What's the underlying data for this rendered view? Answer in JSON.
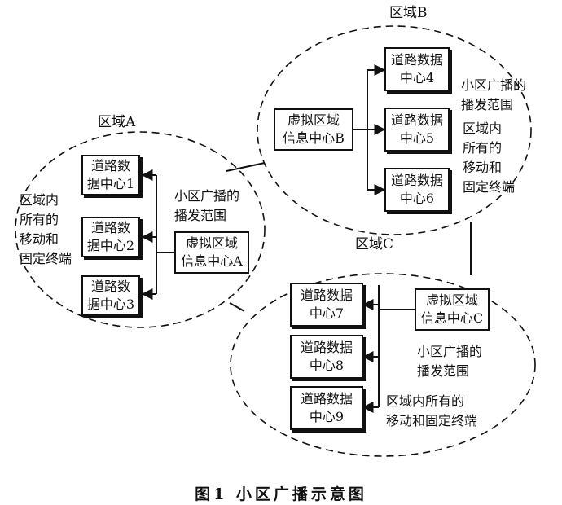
{
  "regions": {
    "a": {
      "name": "区域A",
      "virtual_center": [
        "虚拟区域",
        "信息中心A"
      ],
      "data_centers": [
        [
          "道路数",
          "据中心1"
        ],
        [
          "道路数",
          "据中心2"
        ],
        [
          "道路数",
          "据中心3"
        ]
      ],
      "broadcast_label": [
        "小区广播的",
        "播发范围"
      ],
      "terminals_label": [
        "区域内",
        "所有的",
        "移动和",
        "固定终端"
      ]
    },
    "b": {
      "name": "区域B",
      "virtual_center": [
        "虚拟区域",
        "信息中心B"
      ],
      "data_centers": [
        [
          "道路数据",
          "中心4"
        ],
        [
          "道路数据",
          "中心5"
        ],
        [
          "道路数据",
          "中心6"
        ]
      ],
      "broadcast_label": [
        "小区广播的",
        "播发范围"
      ],
      "terminals_label": [
        "区域内",
        "所有的",
        "移动和",
        "固定终端"
      ]
    },
    "c": {
      "name": "区域C",
      "virtual_center": [
        "虚拟区域",
        "信息中心C"
      ],
      "data_centers": [
        [
          "道路数据",
          "中心7"
        ],
        [
          "道路数据",
          "中心8"
        ],
        [
          "道路数据",
          "中心9"
        ]
      ],
      "broadcast_label": [
        "小区广播的",
        "播发范围"
      ],
      "terminals_label": [
        "区域内所有的",
        "移动和固定终端"
      ]
    }
  },
  "caption": "图1  小区广播示意图"
}
